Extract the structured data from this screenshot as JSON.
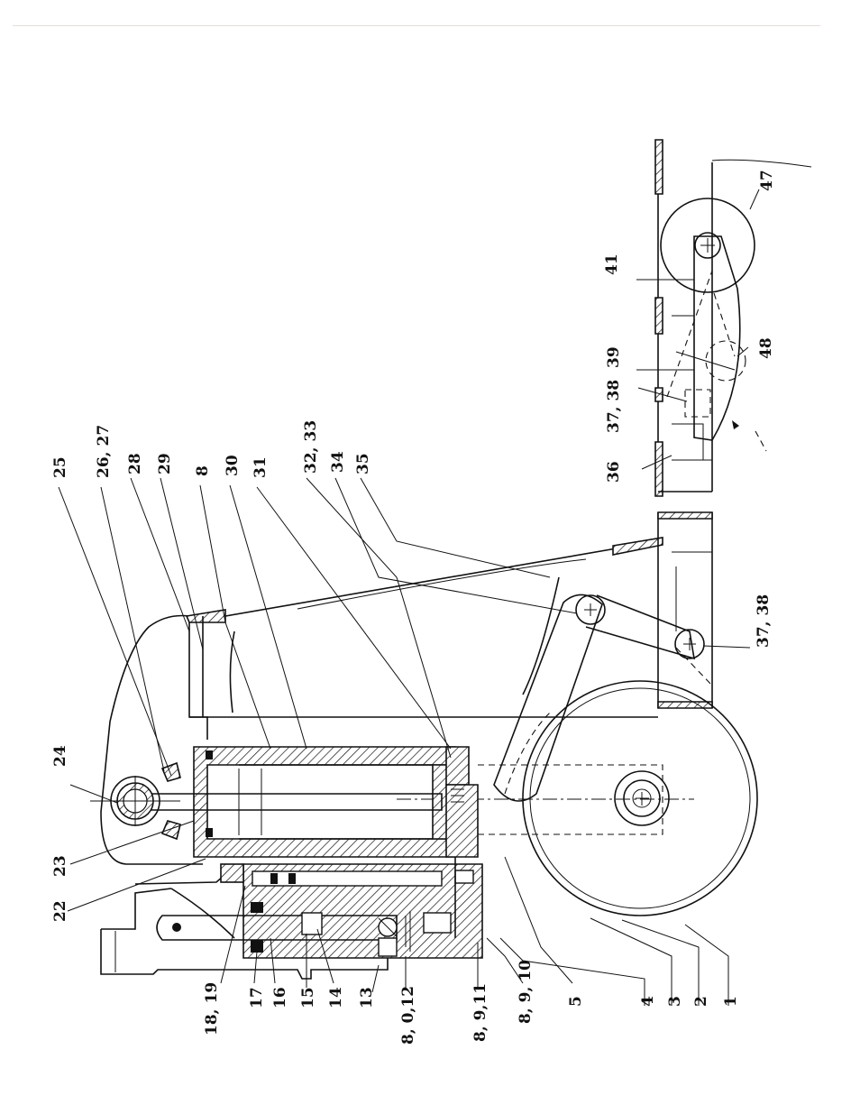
{
  "labels": {
    "l1": "1",
    "l2": "2",
    "l3": "3",
    "l4": "4",
    "l5": "5",
    "l8_9_10": "8, 9, 10",
    "l8_9_11": "8, 9,11",
    "l8_0_12": "8, 0,12",
    "l13": "13",
    "l14": "14",
    "l15": "15",
    "l16": "16",
    "l17": "17",
    "l18_19": "18, 19",
    "l22": "22",
    "l23": "23",
    "l24": "24",
    "l25": "25",
    "l26_27": "26, 27",
    "l28": "28",
    "l29": "29",
    "l8": "8",
    "l30": "30",
    "l31": "31",
    "l32_33": "32, 33",
    "l34": "34",
    "l35": "35",
    "l36": "36",
    "l37_38_top": "37, 38",
    "l39": "39",
    "l41": "41",
    "l47": "47",
    "l48": "48",
    "l37_38_bottom": "37, 38"
  }
}
